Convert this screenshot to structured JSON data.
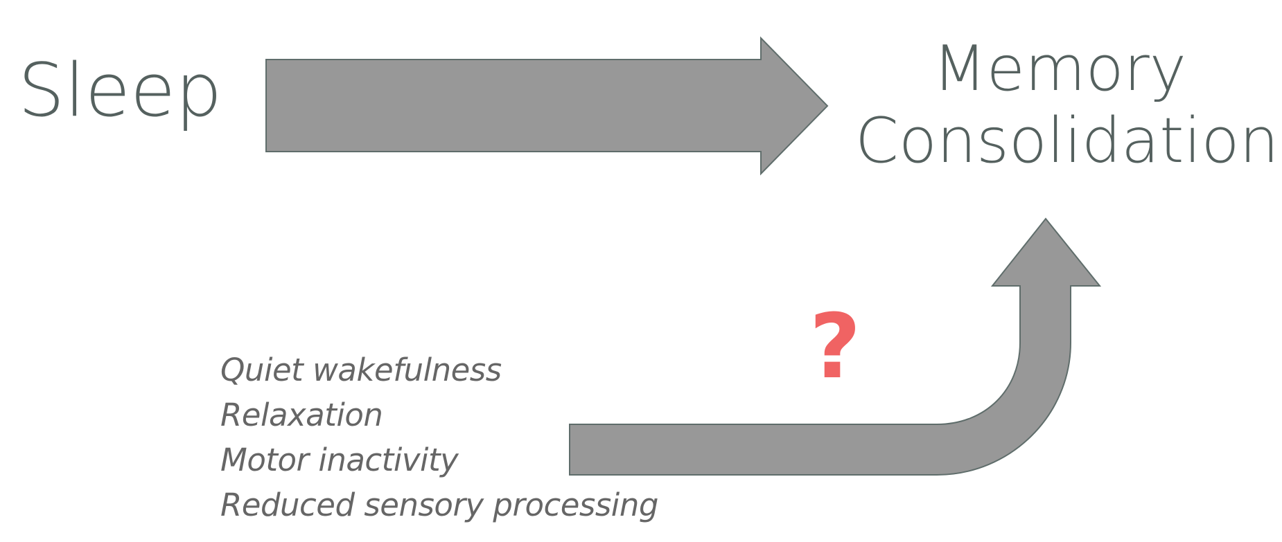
{
  "diagram": {
    "source_label": "Sleep",
    "target_label_lines": [
      "Memory",
      "Consolidation"
    ],
    "factors": [
      "Quiet wakefulness",
      "Relaxation",
      "Motor inactivity",
      "Reduced sensory processing"
    ],
    "uncertainty_mark": "?"
  },
  "colors": {
    "arrow_fill": "#989898",
    "arrow_stroke": "#5f6d6b",
    "title_text": "#55615f",
    "factor_text": "#666666",
    "question_mark": "#f06363"
  },
  "icons": {
    "straight_arrow": "right-arrow-icon",
    "curved_arrow": "curved-up-arrow-icon"
  }
}
